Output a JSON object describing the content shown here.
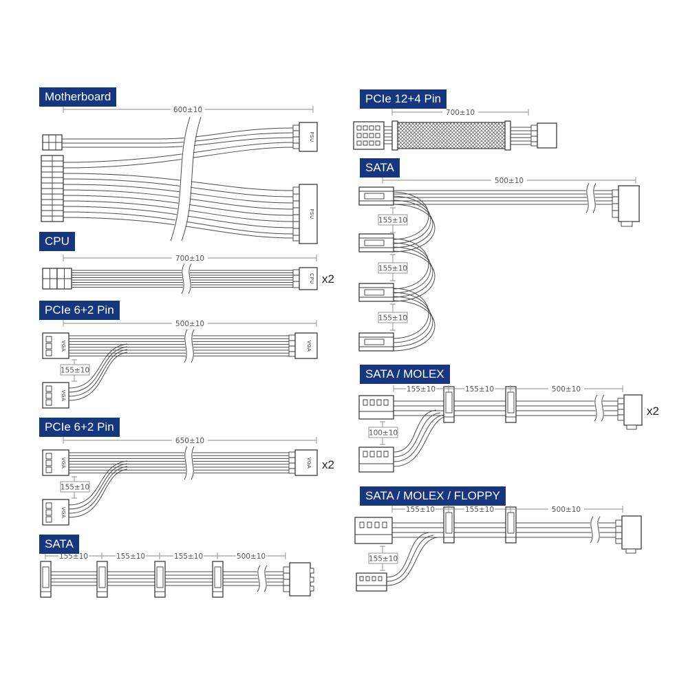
{
  "colors": {
    "label_bg": "#16367f",
    "label_text": "#ffffff",
    "line": "#4a4a4a",
    "dim_text": "#555555"
  },
  "labels": {
    "motherboard": "Motherboard",
    "cpu": "CPU",
    "pcie62a": "PCIe 6+2 Pin",
    "pcie62b": "PCIe 6+2 Pin",
    "sata_left": "SATA",
    "pcie124": "PCIe 12+4 Pin",
    "sata_right": "SATA",
    "sata_molex": "SATA / MOLEX",
    "sata_molex_floppy": "SATA / MOLEX / FLOPPY"
  },
  "dims": {
    "motherboard_main": "600±10",
    "cpu_main": "700±10",
    "pcie62a_main": "500±10",
    "pcie62a_sub": "155±10",
    "pcie62b_main": "650±10",
    "pcie62b_sub": "155±10",
    "sata_left_1": "155±10",
    "sata_left_2": "155±10",
    "sata_left_3": "155±10",
    "sata_left_4": "500±10",
    "pcie124_main": "700±10",
    "sata_right_main": "500±10",
    "sata_right_sub1": "155±10",
    "sata_right_sub2": "155±10",
    "sata_right_sub3": "155±10",
    "sata_molex_1": "155±10",
    "sata_molex_2": "155±10",
    "sata_molex_3": "500±10",
    "sata_molex_sub": "100±10",
    "smf_1": "155±10",
    "smf_2": "155±10",
    "smf_3": "500±10",
    "smf_sub": "155±10"
  },
  "connector_labels": {
    "psu": "PSU",
    "cpu": "CPU",
    "vga": "VGA"
  },
  "multipliers": {
    "cpu": "x2",
    "pcie62b": "x2",
    "sata_molex": "x2"
  }
}
